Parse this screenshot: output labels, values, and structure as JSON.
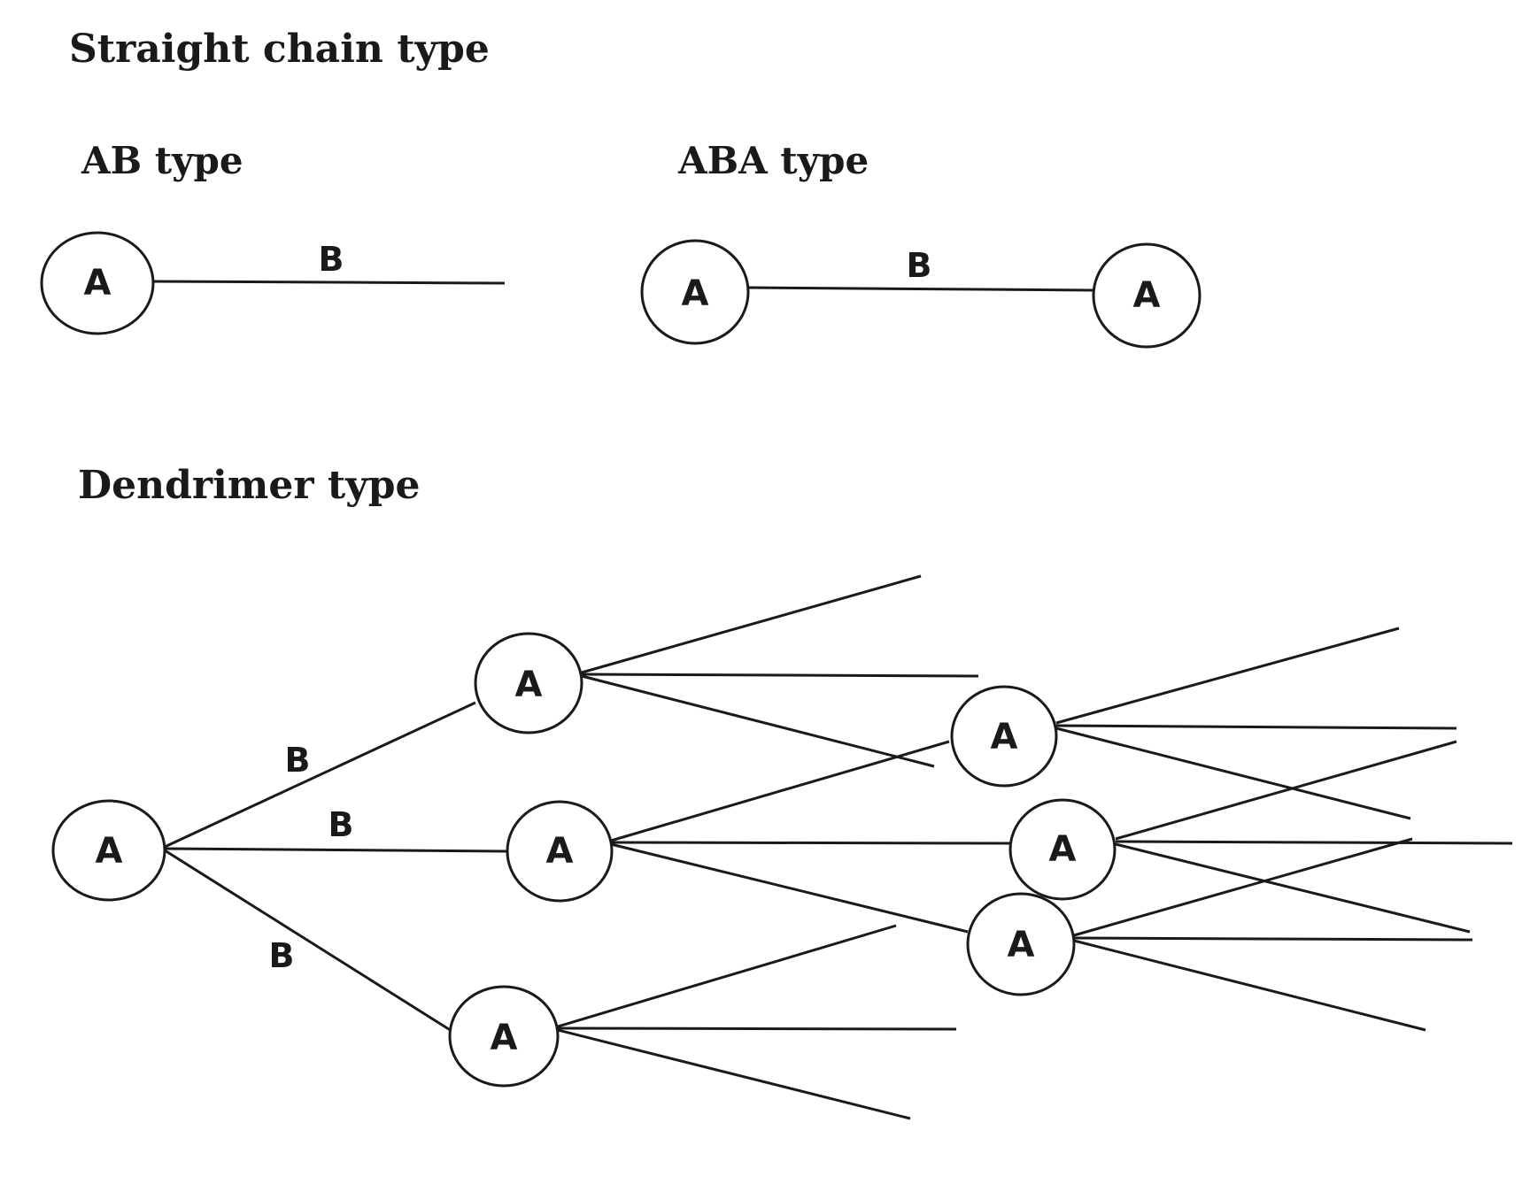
{
  "headings": {
    "straight_chain": "Straight chain type",
    "ab_type": "AB type",
    "aba_type": "ABA type",
    "dendrimer": "Dendrimer type"
  },
  "node_label": "A",
  "edge_label": "B",
  "colors": {
    "ink": "#1a1a1a",
    "background": "#ffffff"
  }
}
